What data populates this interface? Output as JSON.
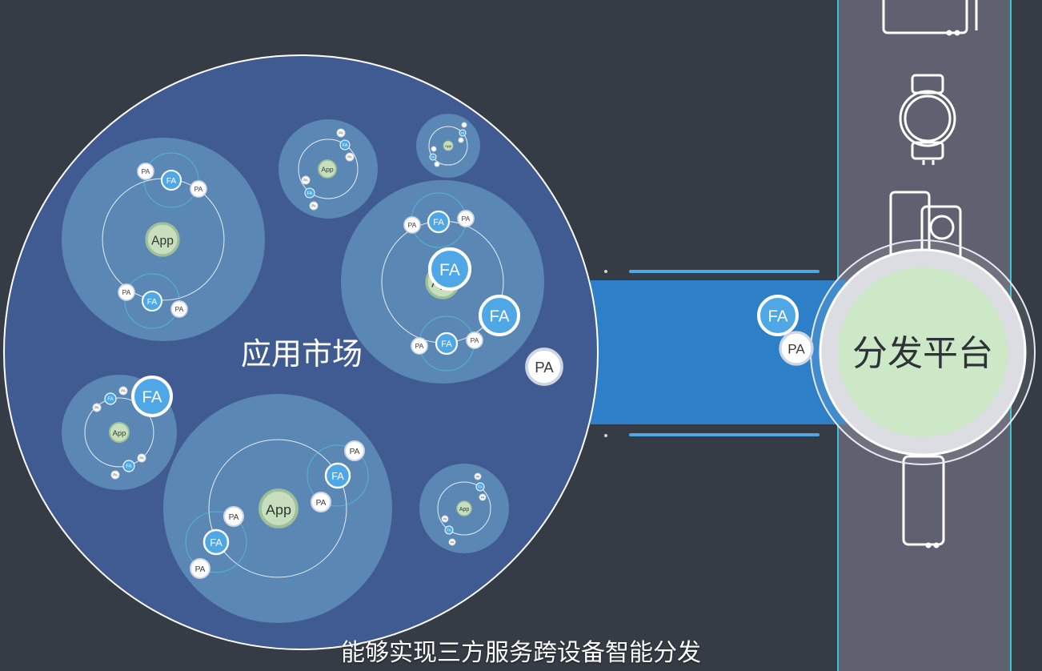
{
  "market": {
    "label": "应用市场"
  },
  "platform": {
    "label": "分发平台"
  },
  "caption": "能够实现三方服务跨设备智能分发",
  "tokens": {
    "app": "App",
    "fa": "FA",
    "pa": "PA"
  },
  "colors": {
    "background": "#353c45",
    "market": "#3f5b92",
    "cluster": "#5a87b3",
    "stream": "#2d7fc8",
    "fa": "#4fa7e6",
    "app": "#c7dfbf",
    "platform_core": "#cde8c7",
    "device_panel": "#5f6170",
    "device_border": "#38c3d6"
  },
  "devices": [
    {
      "name": "tablet-icon"
    },
    {
      "name": "watch-icon"
    },
    {
      "name": "phone-icon"
    },
    {
      "name": "camera-phone-icon"
    },
    {
      "name": "bottom-phone-icon"
    }
  ]
}
